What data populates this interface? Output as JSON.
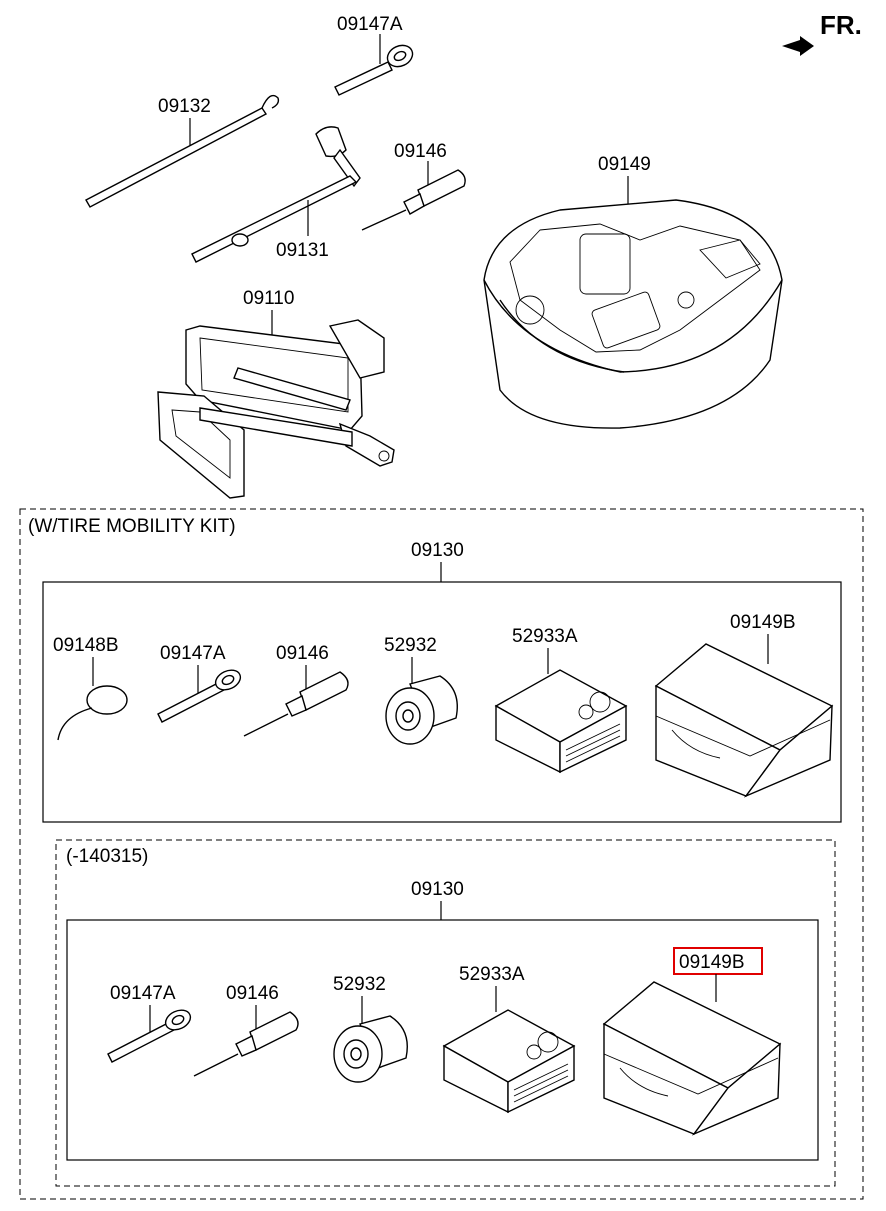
{
  "direction_label": "FR.",
  "top_parts": {
    "hook_label": "09147A",
    "rod_label": "09132",
    "screwdriver_label": "09146",
    "lug_wrench_label": "09131",
    "tray_label": "09149",
    "jack_label": "09110"
  },
  "mobility_kit": {
    "header": "(W/TIRE MOBILITY KIT)",
    "kit_label": "09130",
    "items": [
      "09148B",
      "09147A",
      "09146",
      "52932",
      "52933A",
      "09149B"
    ]
  },
  "early_kit": {
    "header": "(-140315)",
    "kit_label": "09130",
    "items": [
      "09147A",
      "09146",
      "52932",
      "52933A",
      "09149B"
    ],
    "highlighted_item": "09149B",
    "highlight_color": "#e00000"
  }
}
